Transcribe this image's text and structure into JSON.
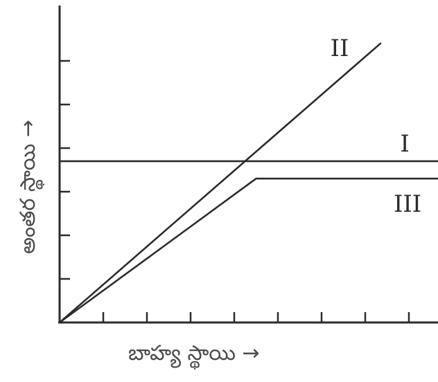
{
  "chart_data": {
    "type": "line",
    "title": "",
    "xlabel": "బాహ్య స్థాయి →",
    "ylabel": "అంతర స్థాయి →",
    "xlim": [
      0,
      9
    ],
    "ylim": [
      0,
      7
    ],
    "x_ticks": 8,
    "y_ticks": 6,
    "grid": false,
    "series": [
      {
        "name": "I",
        "x": [
          0,
          9
        ],
        "y": [
          3.7,
          3.7
        ]
      },
      {
        "name": "II",
        "x": [
          0,
          7.35
        ],
        "y": [
          0,
          6.4
        ]
      },
      {
        "name": "III",
        "x": [
          0,
          4.5,
          9
        ],
        "y": [
          0,
          3.3,
          3.3
        ]
      }
    ]
  }
}
